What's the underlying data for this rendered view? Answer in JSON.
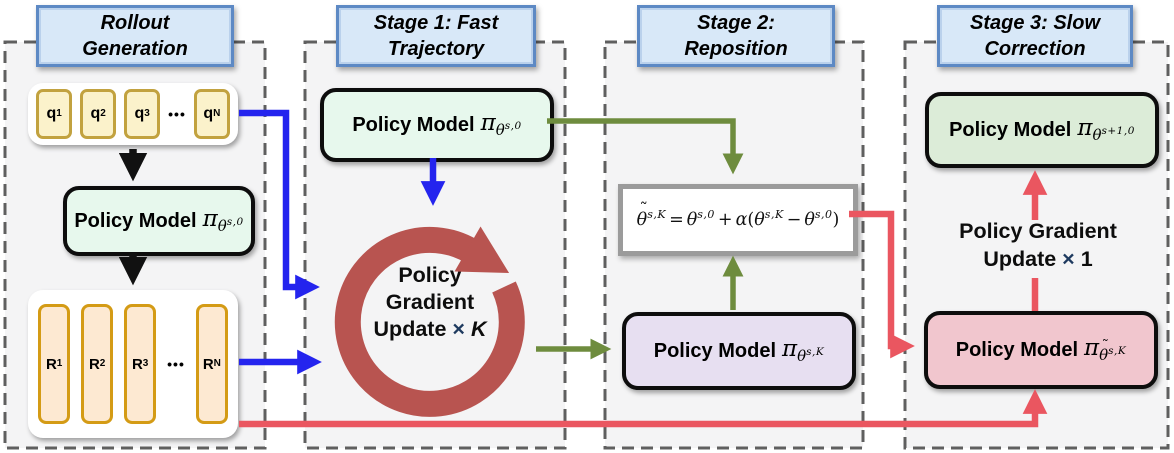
{
  "colors": {
    "header_bg": "#d8e8f8",
    "header_border": "#5d89c4",
    "panel_bg": "#f4f4f5",
    "panel_border": "#5f5f5f",
    "mint_box": "#e7f8ed",
    "sage_box": "#dcecd8",
    "lavender_box": "#e7dff1",
    "pink_box": "#f1c6ce",
    "query_fill": "#fbf2cb",
    "query_border": "#c2a23f",
    "response_fill": "#fde9d2",
    "response_border": "#d49b15",
    "arrow_blue": "#2424ee",
    "arrow_olive": "#6e8c3e",
    "arrow_red": "#ea5660",
    "arrow_black": "#111111",
    "cycle_ring": "#b85450",
    "times_color": "#1e3a5f",
    "formula_border": "#9b9b9b"
  },
  "panels": {
    "p1": {
      "header": {
        "line1": "Rollout",
        "line2": "Generation"
      },
      "queries": {
        "items": [
          {
            "b": "q",
            "s": "1"
          },
          {
            "b": "q",
            "s": "2"
          },
          {
            "b": "q",
            "s": "3"
          },
          {
            "b": "q",
            "s": "N"
          }
        ],
        "dots": "•••"
      },
      "policy": {
        "label": "Policy Model",
        "pi": "π",
        "theta": "θ",
        "sup": "s,0"
      },
      "responses": {
        "items": [
          {
            "b": "R",
            "s": "1"
          },
          {
            "b": "R",
            "s": "2"
          },
          {
            "b": "R",
            "s": "3"
          },
          {
            "b": "R",
            "s": "N"
          }
        ],
        "dots": "•••"
      }
    },
    "p2": {
      "header": {
        "line1": "Stage 1: Fast",
        "line2": "Trajectory"
      },
      "policy": {
        "label": "Policy Model",
        "pi": "π",
        "theta": "θ",
        "sup": "s,0"
      },
      "loop": {
        "line1": "Policy",
        "line2": "Gradient",
        "line3": "Update",
        "times": "×",
        "mult": "K"
      }
    },
    "p3": {
      "header": {
        "line1": "Stage 2:",
        "line2": "Reposition"
      },
      "formula": {
        "tilde": "˜",
        "lhs": "θ",
        "lhs_sup": "s,K",
        "eq": "=",
        "t1": "θ",
        "t1_sup": "s,0",
        "plus": "+",
        "alpha": "α",
        "lparen": "(",
        "t2": "θ",
        "t2_sup": "s,K",
        "minus": "−",
        "t3": "θ",
        "t3_sup": "s,0",
        "rparen": ")"
      },
      "policy": {
        "label": "Policy Model",
        "pi": "π",
        "theta": "θ",
        "sup": "s,K"
      }
    },
    "p4": {
      "header": {
        "line1": "Stage 3: Slow",
        "line2": "Correction"
      },
      "policy_top": {
        "label": "Policy Model",
        "pi": "π",
        "theta": "θ",
        "sup": "s+1,0"
      },
      "update": {
        "line1": "Policy Gradient",
        "line2": "Update",
        "times": "×",
        "mult": "1"
      },
      "policy_bottom": {
        "label": "Policy Model",
        "pi": "π",
        "tilde": "˜",
        "theta": "θ",
        "sup": "s,K"
      }
    }
  }
}
